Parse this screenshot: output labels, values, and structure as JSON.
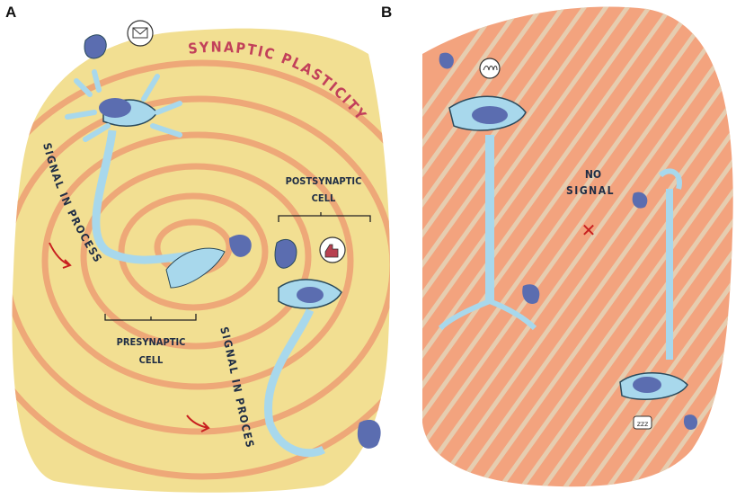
{
  "figure": {
    "panels": [
      {
        "label": "A",
        "title": "SYNAPTIC PLASTICITY",
        "signal_labels": [
          "SIGNAL IN PROCESS",
          "SIGNAL IN PROCESS"
        ],
        "presynaptic_label_line1": "PRESYNAPTIC",
        "presynaptic_label_line2": "CELL",
        "postsynaptic_label_line1": "POSTSYNAPTIC",
        "postsynaptic_label_line2": "CELL",
        "bubble_icons": [
          "envelope-icon",
          "thumbs-up-icon"
        ]
      },
      {
        "label": "B",
        "status_line1": "NO",
        "status_line2": "SIGNAL",
        "cross_symbol": "✕",
        "bubble_text": "zzz",
        "bubble_icons": [
          "scribble-icon",
          "sleep-icon"
        ]
      }
    ],
    "colors": {
      "panel_a_bg": "#f2df92",
      "spiral": "#eea878",
      "panel_b_bg": "#f3a37e",
      "stripes": "#e6cdb0",
      "neuron_fill": "#a8d8ec",
      "neuron_outline": "#2a4a5c",
      "terminal": "#5b6db0",
      "title_text": "#c2405a",
      "label_text": "#1f2d45",
      "arrow": "#c82020"
    }
  }
}
